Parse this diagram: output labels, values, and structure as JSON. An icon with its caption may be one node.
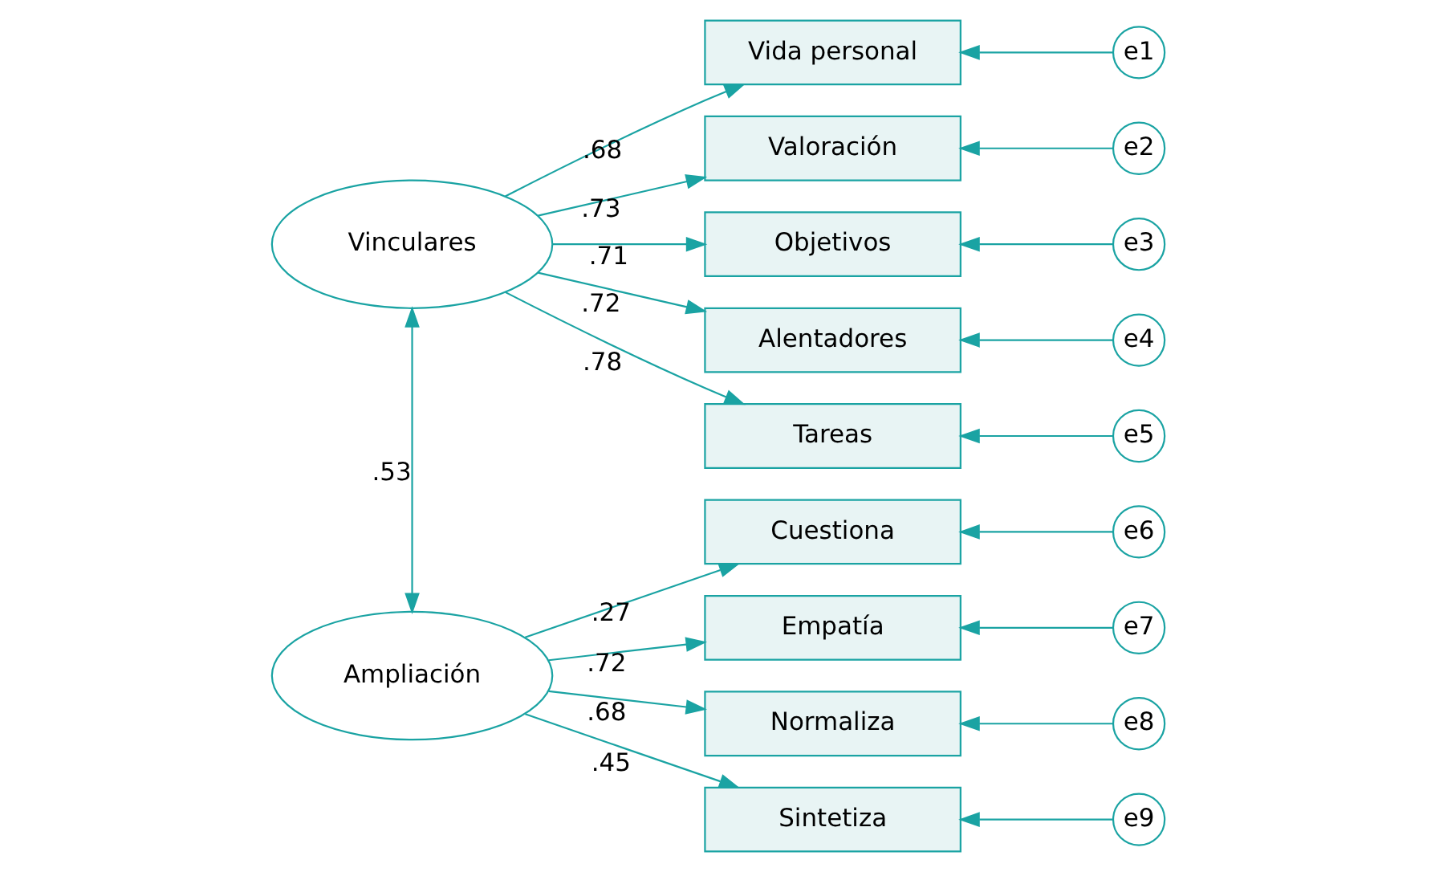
{
  "diagram": {
    "nodes": [
      {
        "text": [
          "Vinculares"
        ]
      },
      {
        "text": [
          "Ampliación"
        ]
      },
      {
        "text": [
          "Vida personal"
        ]
      },
      {
        "text": [
          "Valoración"
        ]
      },
      {
        "text": [
          "Objetivos"
        ]
      },
      {
        "text": [
          "Alentadores"
        ]
      },
      {
        "text": [
          "Tareas"
        ]
      },
      {
        "text": [
          "Cuestiona"
        ]
      },
      {
        "text": [
          "Empatía"
        ]
      },
      {
        "text": [
          "Normaliza"
        ]
      },
      {
        "text": [
          "Sintetiza"
        ]
      },
      {
        "text": [
          "e1"
        ]
      },
      {
        "text": [
          "e2"
        ]
      },
      {
        "text": [
          "e3"
        ]
      },
      {
        "text": [
          "e4"
        ]
      },
      {
        "text": [
          "e5"
        ]
      },
      {
        "text": [
          "e6"
        ]
      },
      {
        "text": [
          "e7"
        ]
      },
      {
        "text": [
          "e8"
        ]
      },
      {
        "text": [
          "e9"
        ]
      }
    ],
    "edges": [
      {
        "from": 0,
        "to": 1,
        "arrow": "both",
        "label": ".53"
      },
      {
        "from": 0,
        "to": 2,
        "arrow": "to",
        "label": ".68"
      },
      {
        "from": 0,
        "to": 3,
        "arrow": "to",
        "label": ".73"
      },
      {
        "from": 0,
        "to": 4,
        "arrow": "to",
        "label": ".71"
      },
      {
        "from": 0,
        "to": 5,
        "arrow": "to",
        "label": ".72"
      },
      {
        "from": 0,
        "to": 6,
        "arrow": "to",
        "label": ".78"
      },
      {
        "from": 1,
        "to": 7,
        "arrow": "to",
        "label": ".27"
      },
      {
        "from": 1,
        "to": 8,
        "arrow": "to",
        "label": ".72"
      },
      {
        "from": 1,
        "to": 9,
        "arrow": "to",
        "label": ".68"
      },
      {
        "from": 1,
        "to": 10,
        "arrow": "to",
        "label": ".45"
      },
      {
        "from": 11,
        "to": 2,
        "arrow": "to"
      },
      {
        "from": 12,
        "to": 3,
        "arrow": "to"
      },
      {
        "from": 13,
        "to": 4,
        "arrow": "to"
      },
      {
        "from": 14,
        "to": 5,
        "arrow": "to"
      },
      {
        "from": 15,
        "to": 6,
        "arrow": "to"
      },
      {
        "from": 16,
        "to": 7,
        "arrow": "to"
      },
      {
        "from": 17,
        "to": 8,
        "arrow": "to"
      },
      {
        "from": 18,
        "to": 9,
        "arrow": "to"
      },
      {
        "from": 19,
        "to": 10,
        "arrow": "to"
      }
    ]
  }
}
